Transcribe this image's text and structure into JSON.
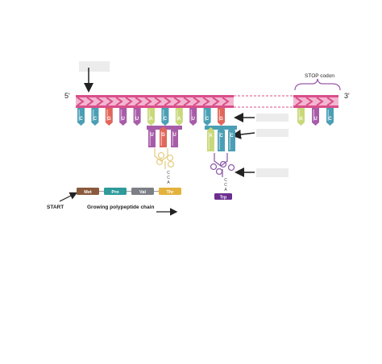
{
  "labels": {
    "five_prime": "5'",
    "three_prime": "3'",
    "stop_codon": "STOP codon",
    "start": "START",
    "growing_chain": "Growing polypeptide chain"
  },
  "mrna": {
    "bases": [
      "C",
      "C",
      "G",
      "U",
      "U",
      "A",
      "C",
      "A",
      "U",
      "C",
      "G"
    ],
    "stop_bases": [
      "A",
      "U",
      "C"
    ]
  },
  "trna_thr": {
    "anticodon": [
      "U",
      "G",
      "U"
    ],
    "acceptor": [
      "C",
      "C",
      "A"
    ],
    "amino_acid": "Thr"
  },
  "trna_trp": {
    "anticodon": [
      "A",
      "C",
      "C"
    ],
    "acceptor": [
      "C",
      "C",
      "A"
    ],
    "amino_acid": "Trp"
  },
  "polypeptide": [
    {
      "name": "Met",
      "color": "#8a5a3c"
    },
    {
      "name": "Pro",
      "color": "#2f9a9a"
    },
    {
      "name": "Val",
      "color": "#7c7f86"
    },
    {
      "name": "Thr",
      "color": "#e3b23c"
    }
  ],
  "colors": {
    "backbone": "#d94f8a",
    "backbone_light": "#f3b6d0",
    "C": "#4b9fb5",
    "G": "#e0675b",
    "U": "#a75ca8",
    "A": "#c9d879",
    "trna_thr_loop": "#e6cf86",
    "trna_trp_loop": "#8f5fa8",
    "trp_badge": "#6b2f8f"
  }
}
